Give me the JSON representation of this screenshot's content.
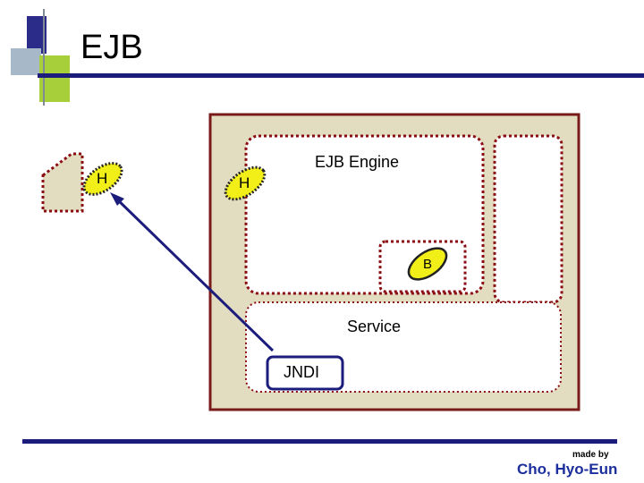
{
  "slide": {
    "title": "EJB",
    "credit_top": "made by",
    "credit_name": "Cho, Hyo-Eun"
  },
  "diagram": {
    "engine_label": "EJB Engine",
    "service_label": "Service",
    "jndi_label": "JNDI",
    "client_handle_label": "H",
    "engine_handle_label": "H",
    "bean_label": "B"
  },
  "colors": {
    "container_fill": "#e2dcc0",
    "container_border": "#7a1b1b",
    "dotted_border": "#8b0d14",
    "handle_fill": "#f2ef18",
    "arrow": "#1c1c7c",
    "title_rule": "#1c1c7c",
    "accent_green": "#a6cf3a",
    "accent_blue": "#2b2b8a"
  }
}
